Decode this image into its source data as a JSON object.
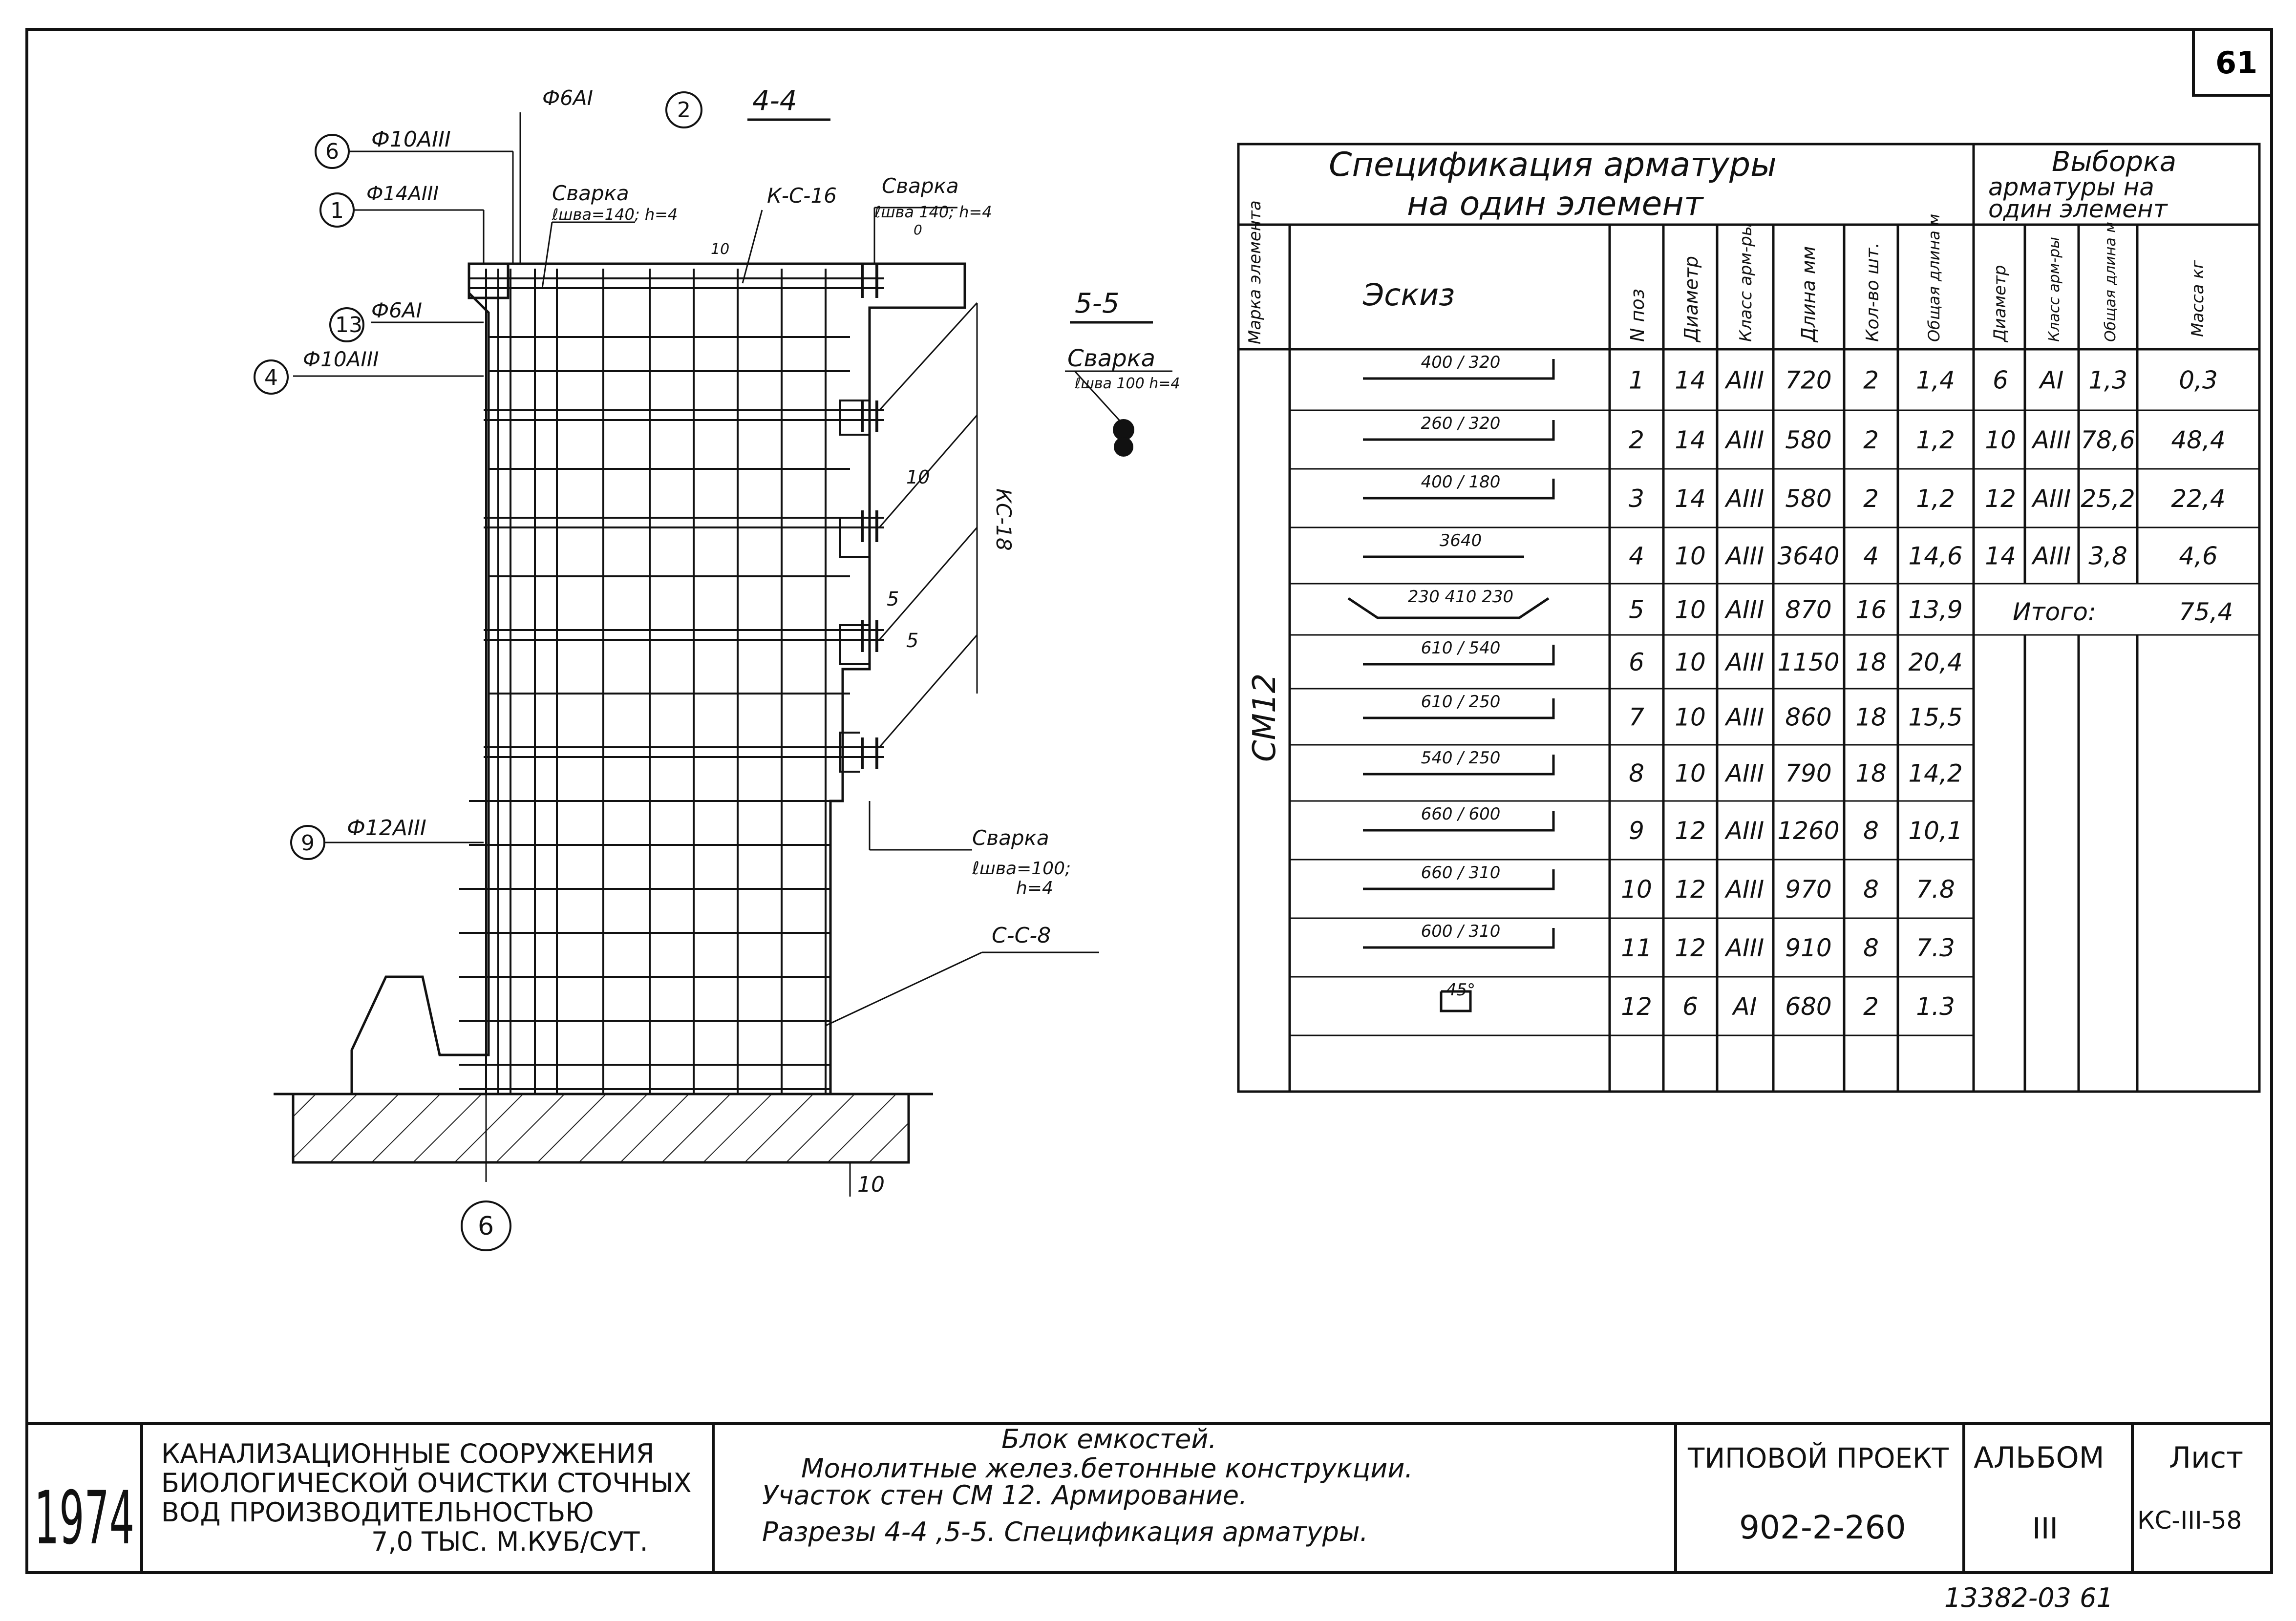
{
  "sheet_number": "61",
  "section_44": {
    "title": "4-4",
    "callouts": [
      {
        "num": "6",
        "label": "Ф10АIII"
      },
      {
        "num": "1",
        "label": "Ф14АIII"
      },
      {
        "num": "13",
        "label": "Ф6АI"
      },
      {
        "num": "4",
        "label": "Ф10АIII"
      },
      {
        "num": "9",
        "label": "Ф12АIII"
      },
      {
        "num": "2",
        "label": "Ф6АI"
      }
    ],
    "bottom_callout": "6",
    "mesh_kc16": "К-С-16",
    "mesh_kc18": "КС-18",
    "mesh_cc8": "С-С-8",
    "weld_1_title": "Сварка",
    "weld_1_params": "ℓшва=140; h=4",
    "weld_2_title": "Сварка",
    "weld_2_params": "ℓшва 140; h=4",
    "weld_3_title": "Сварка",
    "weld_3_params_a": "ℓшва=100;",
    "weld_3_params_b": "h=4",
    "dim_10a": "10",
    "dim_10b": "10",
    "dim_5a": "5",
    "dim_5b": "5",
    "dim_10c": "10",
    "dim_0": "0"
  },
  "section_55": {
    "title": "5-5",
    "weld_title": "Сварка",
    "weld_params": "ℓшва 100 h=4"
  },
  "spec": {
    "title_line1": "Спецификация арматуры",
    "title_line2": "на один элемент",
    "selection_line1": "Выборка",
    "selection_line2": "арматуры на",
    "selection_line3": "один элемент",
    "headers": [
      "Марка элемента",
      "Эскиз",
      "N поз",
      "Диаметр",
      "Класс арм-ры",
      "Длина мм",
      "Кол-во шт.",
      "Общая длина м"
    ],
    "sel_headers": [
      "Диаметр",
      "Класс арм-ры",
      "Общая длина м",
      "Масса кг"
    ],
    "element_mark": "СМ12",
    "rows": [
      {
        "sketch": "400 / 320",
        "pos": "1",
        "dia": "14",
        "cls": "АIII",
        "len": "720",
        "qty": "2",
        "total": "1,4"
      },
      {
        "sketch": "260 / 320",
        "pos": "2",
        "dia": "14",
        "cls": "АIII",
        "len": "580",
        "qty": "2",
        "total": "1,2"
      },
      {
        "sketch": "400 / 180",
        "pos": "3",
        "dia": "14",
        "cls": "АIII",
        "len": "580",
        "qty": "2",
        "total": "1,2"
      },
      {
        "sketch": "3640",
        "pos": "4",
        "dia": "10",
        "cls": "АIII",
        "len": "3640",
        "qty": "4",
        "total": "14,6"
      },
      {
        "sketch": "230 410 230",
        "pos": "5",
        "dia": "10",
        "cls": "АIII",
        "len": "870",
        "qty": "16",
        "total": "13,9"
      },
      {
        "sketch": "610 / 540",
        "pos": "6",
        "dia": "10",
        "cls": "АIII",
        "len": "1150",
        "qty": "18",
        "total": "20,4"
      },
      {
        "sketch": "610 / 250",
        "pos": "7",
        "dia": "10",
        "cls": "АIII",
        "len": "860",
        "qty": "18",
        "total": "15,5"
      },
      {
        "sketch": "540 / 250",
        "pos": "8",
        "dia": "10",
        "cls": "АIII",
        "len": "790",
        "qty": "18",
        "total": "14,2"
      },
      {
        "sketch": "660 / 600",
        "pos": "9",
        "dia": "12",
        "cls": "АIII",
        "len": "1260",
        "qty": "8",
        "total": "10,1"
      },
      {
        "sketch": "660 / 310",
        "pos": "10",
        "dia": "12",
        "cls": "АIII",
        "len": "970",
        "qty": "8",
        "total": "7.8"
      },
      {
        "sketch": "600 / 310",
        "pos": "11",
        "dia": "12",
        "cls": "АIII",
        "len": "910",
        "qty": "8",
        "total": "7.3"
      },
      {
        "sketch": "45°",
        "pos": "12",
        "dia": "6",
        "cls": "АI",
        "len": "680",
        "qty": "2",
        "total": "1.3"
      }
    ],
    "selection_rows": [
      {
        "dia": "6",
        "cls": "АI",
        "total": "1,3",
        "mass": "0,3"
      },
      {
        "dia": "10",
        "cls": "АIII",
        "total": "78,6",
        "mass": "48,4"
      },
      {
        "dia": "12",
        "cls": "АIII",
        "total": "25,2",
        "mass": "22,4"
      },
      {
        "dia": "14",
        "cls": "АIII",
        "total": "3,8",
        "mass": "4,6"
      }
    ],
    "total_label": "Итого:",
    "total_value": "75,4"
  },
  "title_block": {
    "year": "1974",
    "org_line1": "КАНАЛИЗАЦИОННЫЕ СООРУЖЕНИЯ",
    "org_line2": "БИОЛОГИЧЕСКОЙ ОЧИСТКИ СТОЧНЫХ",
    "org_line3": "ВОД ПРОИЗВОДИТЕЛЬНОСТЬЮ",
    "org_line4": "7,0 ТЫС. М.КУБ/СУТ.",
    "desc_line1": "Блок емкостей.",
    "desc_line2": "Монолитные желез.бетонные конструкции.",
    "desc_line3": "Участок стен СМ 12. Армирование.",
    "desc_line4": "Разрезы 4-4 ,5-5. Спецификация арматуры.",
    "project_label": "ТИПОВОЙ ПРОЕКТ",
    "project_value": "902-2-260",
    "album_label": "АЛЬБОМ",
    "album_value": "III",
    "sheet_label": "Лист",
    "sheet_value": "КС-III-58"
  },
  "footer_code": "13382-03 61"
}
